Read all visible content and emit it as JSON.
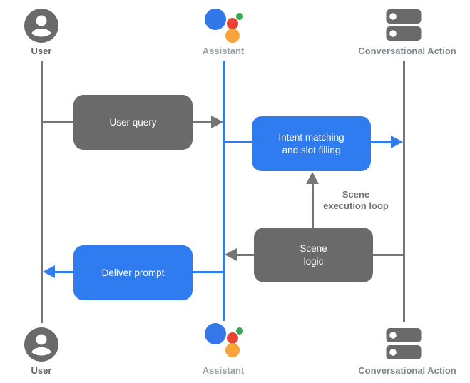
{
  "colors": {
    "blue": "#2E7CF0",
    "gray_box": "#6A6A6A",
    "line_gray": "#757575",
    "label_dark": "#5F6368",
    "label_light": "#9AA0A6",
    "label_mid": "#80868B",
    "assistant_blue": "#3377E8",
    "assistant_red": "#E94335",
    "assistant_green": "#34A853",
    "assistant_orange": "#F9A43B"
  },
  "actors": {
    "user_top": {
      "label": "User"
    },
    "assistant_top": {
      "label": "Assistant"
    },
    "action_top": {
      "label": "Conversational Action"
    },
    "user_bottom": {
      "label": "User"
    },
    "assistant_bottom": {
      "label": "Assistant"
    },
    "action_bottom": {
      "label": "Conversational Action"
    }
  },
  "boxes": {
    "user_query": {
      "label": "User query"
    },
    "intent_matching": {
      "line1": "Intent matching",
      "line2": "and slot filling"
    },
    "scene_logic": {
      "line1": "Scene",
      "line2": "logic"
    },
    "deliver_prompt": {
      "label": "Deliver prompt"
    }
  },
  "annotations": {
    "scene_execution_loop": {
      "line1": "Scene",
      "line2": "execution loop"
    }
  }
}
